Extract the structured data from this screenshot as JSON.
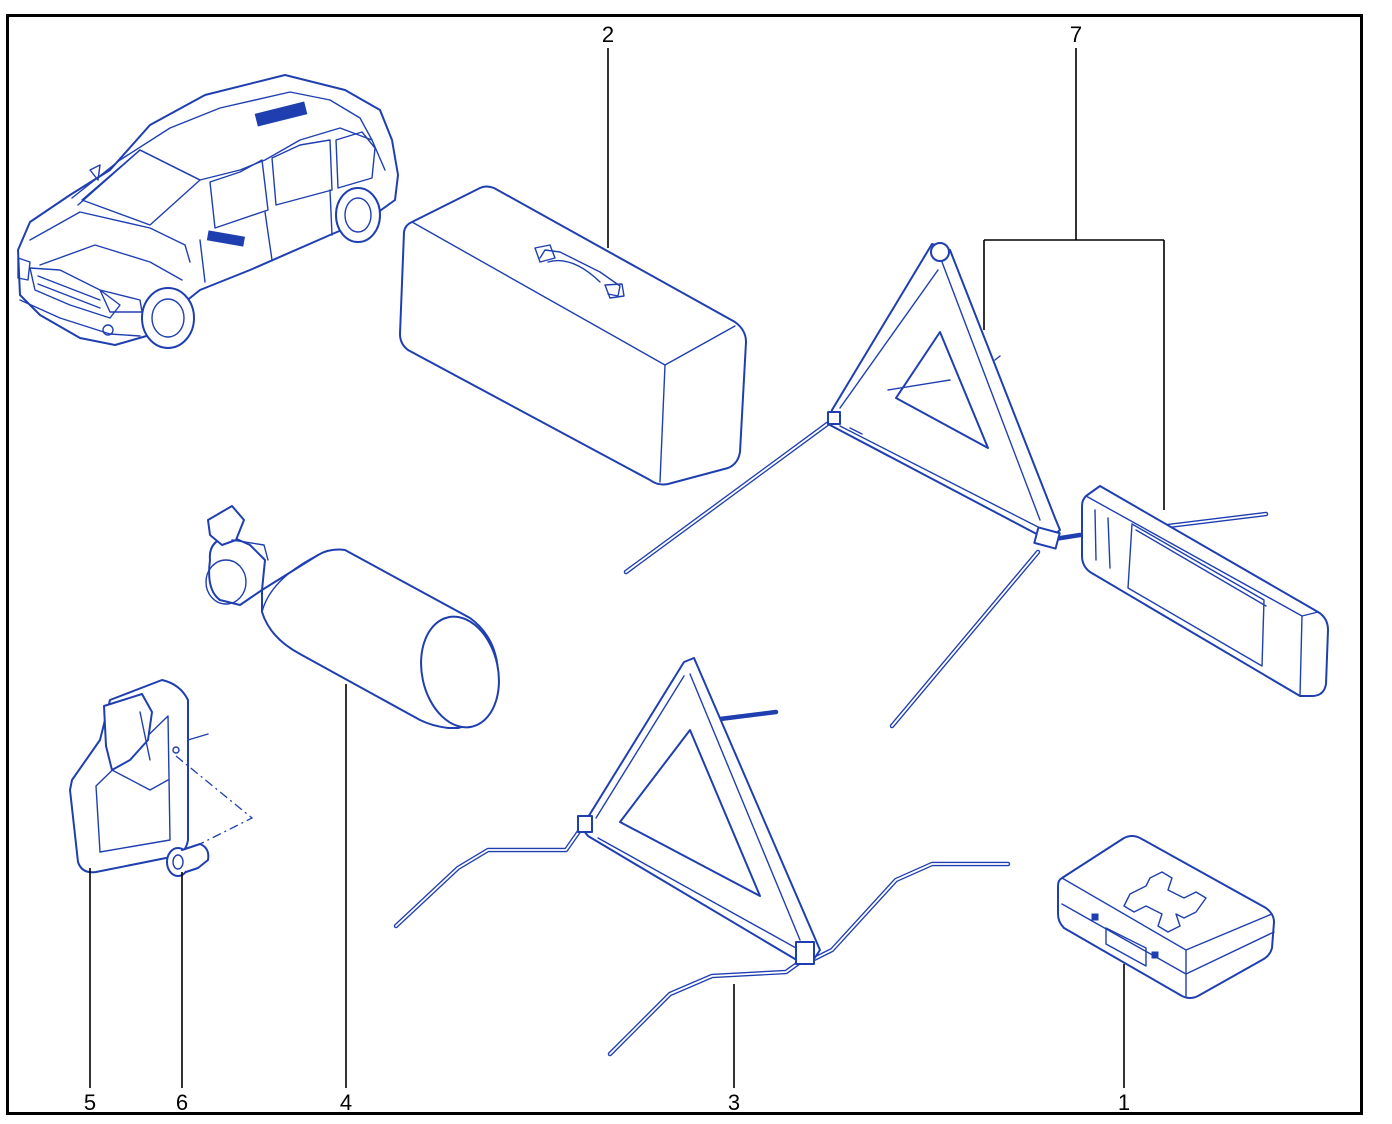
{
  "callouts": {
    "c1": "1",
    "c2": "2",
    "c3": "3",
    "c4": "4",
    "c5": "5",
    "c6": "6",
    "c7": "7"
  },
  "colors": {
    "line_art": "#1f3fb0",
    "frame": "#000000",
    "background": "#ffffff"
  },
  "icons": [
    "car",
    "tool-bag",
    "warning-triangle-folded",
    "warning-triangle-case",
    "fire-extinguisher",
    "warning-triangle",
    "bracket",
    "clip",
    "first-aid-kit"
  ]
}
